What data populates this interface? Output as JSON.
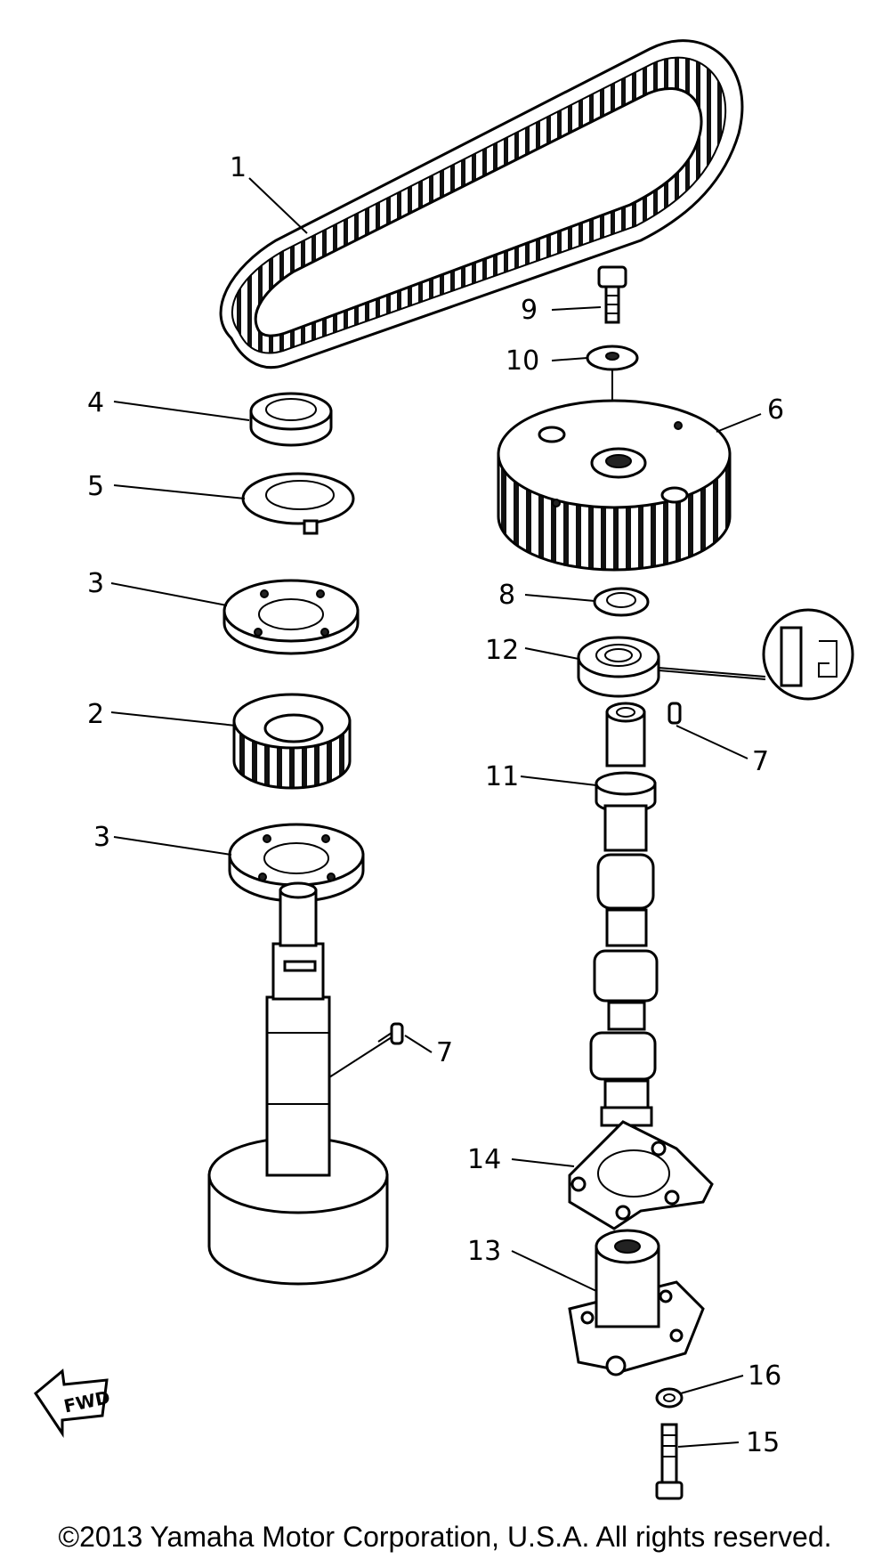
{
  "callouts": {
    "c1": "1",
    "c2": "2",
    "c3a": "3",
    "c3b": "3",
    "c4": "4",
    "c5": "5",
    "c6": "6",
    "c7a": "7",
    "c7b": "7",
    "c8": "8",
    "c9": "9",
    "c10": "10",
    "c11": "11",
    "c12": "12",
    "c13": "13",
    "c14": "14",
    "c15": "15",
    "c16": "16"
  },
  "fwd_label": "FWD",
  "copyright": "©2013 Yamaha Motor Corporation, U.S.A. All rights reserved."
}
